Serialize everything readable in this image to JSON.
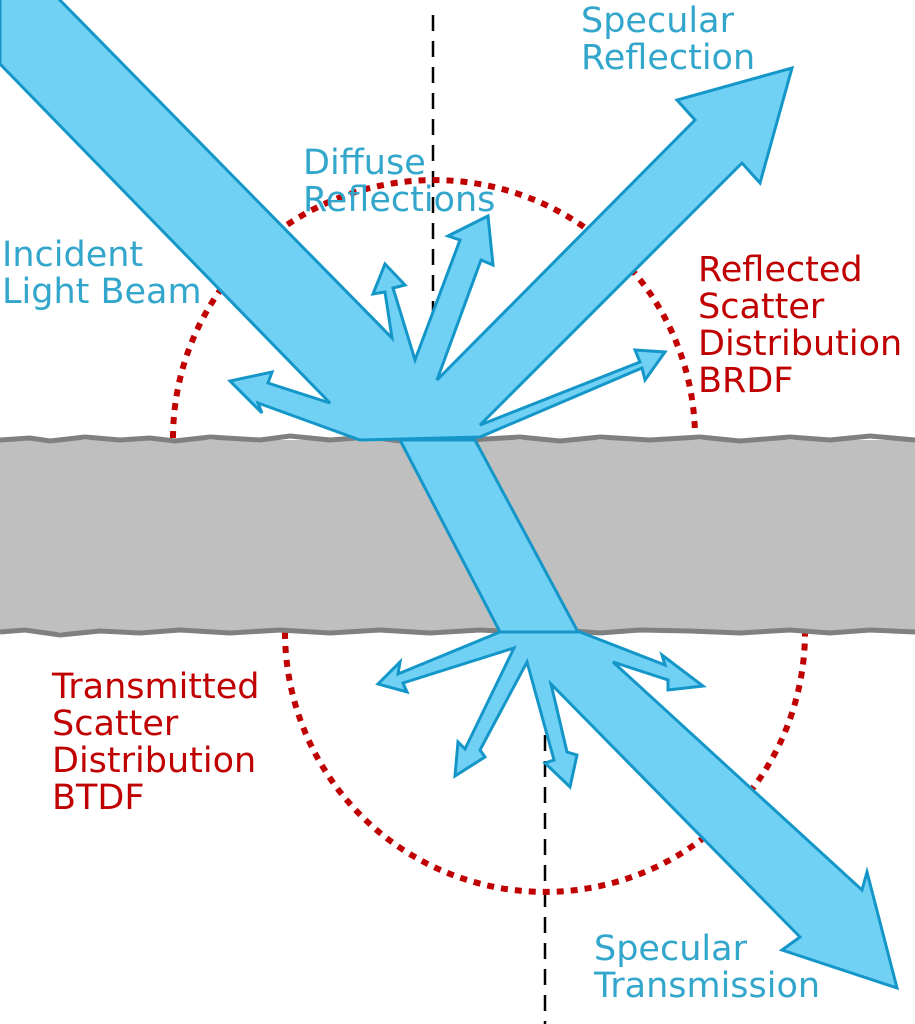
{
  "title": "Light scattering at a surface: BRDF and BTDF",
  "colors": {
    "beam_fill": "#70d1f5",
    "beam_stroke": "#1497c8",
    "slab_fill": "#bfbfbf",
    "slab_edge": "#808080",
    "distribution_outline": "#c00000",
    "normal_line": "#000000",
    "blue_label": "#33a6cc",
    "red_label": "#c00000"
  },
  "labels": {
    "incident": [
      "Incident",
      "Light Beam"
    ],
    "diffuse": [
      "Diffuse",
      "Reflections"
    ],
    "specular_reflection": [
      "Specular",
      "Reflection"
    ],
    "reflected_scatter": [
      "Reflected",
      "Scatter",
      "Distribution",
      "BRDF"
    ],
    "transmitted_scatter": [
      "Transmitted",
      "Scatter",
      "Distribution",
      "BTDF"
    ],
    "specular_transmission": [
      "Specular",
      "Transmission"
    ]
  }
}
